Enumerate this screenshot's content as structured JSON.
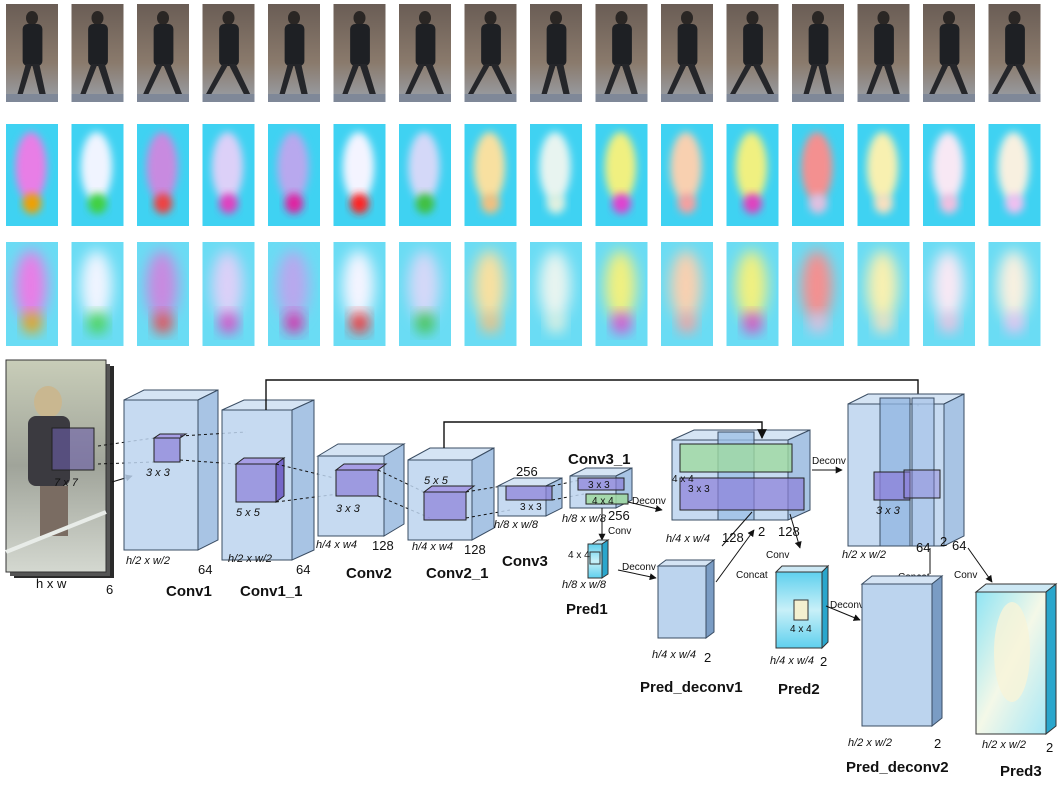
{
  "layers": {
    "input": {
      "dims": "h x w",
      "channels": "6",
      "kernel": "7 x 7"
    },
    "conv1": {
      "name": "Conv1",
      "dims": "h/2 x w/2",
      "channels": "64",
      "kernel": "3 x 3"
    },
    "conv1_1": {
      "name": "Conv1_1",
      "dims": "h/2 x w/2",
      "channels": "64",
      "kernel": "5 x 5"
    },
    "conv2": {
      "name": "Conv2",
      "dims": "h/4 x w4",
      "channels": "128",
      "kernel": "3 x 3"
    },
    "conv2_1": {
      "name": "Conv2_1",
      "dims": "h/4 x w4",
      "channels": "128",
      "kernel": "5 x 5"
    },
    "conv3": {
      "name": "Conv3",
      "dims": "h/8 x w/8",
      "channels": "256",
      "kernel": "3 x 3"
    },
    "conv3_1": {
      "name": "Conv3_1",
      "dims": "h/8 x w/8",
      "channels": "256",
      "kernel_a": "3 x 3",
      "kernel_b": "4 x 4"
    },
    "pred1": {
      "name": "Pred1",
      "dims": "h/8 x w/8",
      "kernel": "4 x 4",
      "op": "Conv"
    },
    "concat1": {
      "dims": "h/4 x w/4",
      "channels": "128",
      "channels2": "2",
      "kernel_a": "4 x 4",
      "kernel_b": "3 x 3"
    },
    "pred_deconv1": {
      "name": "Pred_deconv1",
      "dims": "h/4 x w/4",
      "channels": "2"
    },
    "pred2": {
      "name": "Pred2",
      "dims": "h/4 x w/4",
      "channels": "2",
      "kernel": "4 x 4"
    },
    "concat2": {
      "dims": "h/2 x w/2",
      "channels": "64",
      "channels2": "2",
      "channels3": "64",
      "kernel": "3 x 3"
    },
    "pred_deconv2": {
      "name": "Pred_deconv2",
      "dims": "h/2 x w/2",
      "channels": "2"
    },
    "pred3": {
      "name": "Pred3",
      "dims": "h/2 x w/2",
      "channels": "2"
    }
  },
  "ops": {
    "deconv": "Deconv",
    "conv": "Conv",
    "concat": "Concat"
  },
  "colors": {
    "layer_fill": "#bcd4ee",
    "layer_stroke": "#3a4d63",
    "kernel_purple": "#8c7fd8",
    "kernel_green": "#9fd9a0"
  },
  "thumbnails": {
    "rows": 3,
    "cols": 16,
    "row_types": [
      "frame",
      "flow",
      "flow"
    ],
    "flow_tints": [
      "#e87ee6",
      "#f0f4ff",
      "#c88ae0",
      "#dcd0f8",
      "#b8a8ee",
      "#f4f4ff",
      "#d4d8f8",
      "#f8e0a0",
      "#e8f4f0",
      "#f0f080",
      "#f8d0b0",
      "#f0f080",
      "#f49090",
      "#f8f0b0",
      "#f8e8f4",
      "#f8f0e0"
    ],
    "flow_accents": [
      "#f0a000",
      "#40d040",
      "#f04040",
      "#e040c0",
      "#e020a0",
      "#ff2020",
      "#40c040",
      "#f0c080",
      "#e0f0e0",
      "#e040d0",
      "#f4a0a0",
      "#e040c0",
      "#e0c0e0",
      "#f8e0c0",
      "#f0c0e0",
      "#f0c0f0"
    ]
  }
}
